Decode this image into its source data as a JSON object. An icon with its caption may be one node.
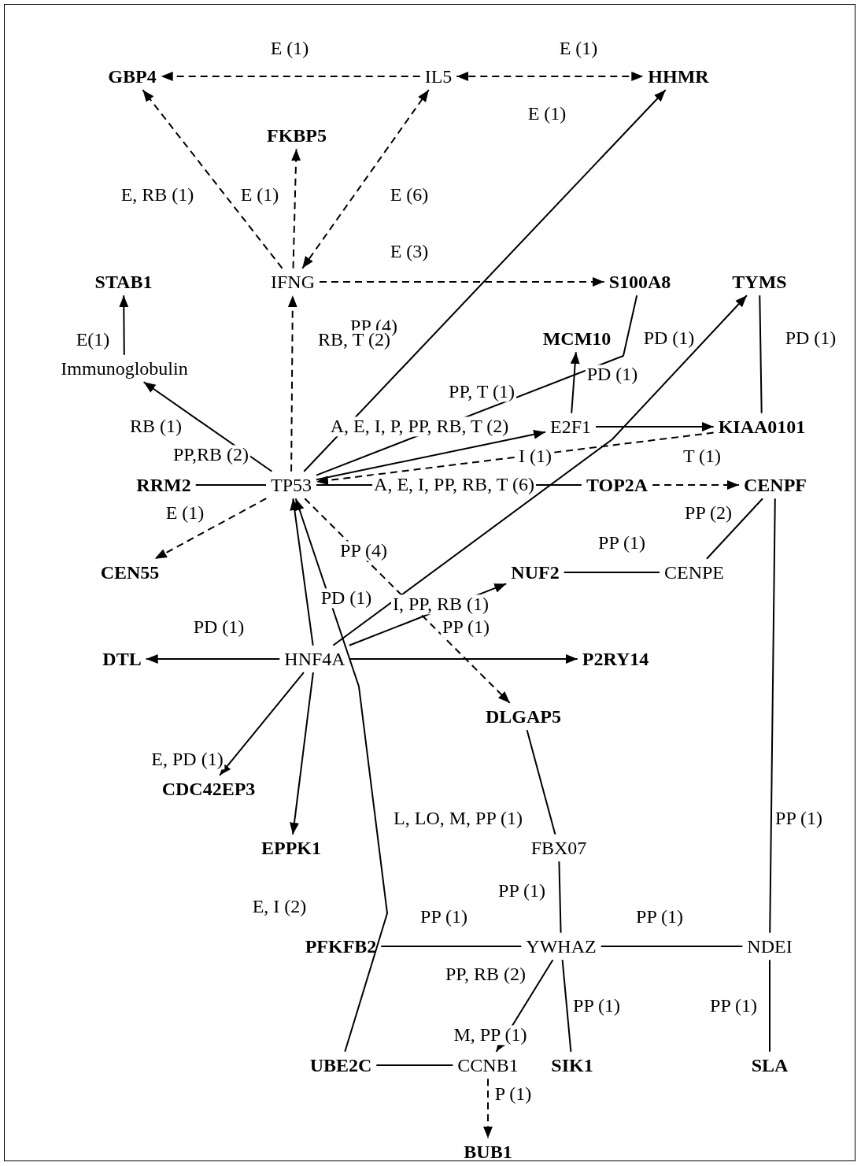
{
  "diagram": {
    "nodes": [
      {
        "text": [
          "GBP4"
        ]
      },
      {
        "text": [
          "IL5"
        ]
      },
      {
        "text": [
          "HHMR"
        ]
      },
      {
        "text": [
          "FKBP5"
        ]
      },
      {
        "text": [
          "STAB1"
        ]
      },
      {
        "text": [
          "IFNG"
        ]
      },
      {
        "text": [
          "S100A8"
        ]
      },
      {
        "text": [
          "TYMS"
        ]
      },
      {
        "text": [
          "Immunoglobulin"
        ]
      },
      {
        "text": [
          "MCM10"
        ]
      },
      {
        "text": [
          "E2F1"
        ]
      },
      {
        "text": [
          "KIAA0101"
        ]
      },
      {
        "text": [
          "RRM2"
        ]
      },
      {
        "text": [
          "TP53"
        ]
      },
      {
        "text": [
          "TOP2A"
        ]
      },
      {
        "text": [
          "CENPF"
        ]
      },
      {
        "text": [
          "CEN55"
        ]
      },
      {
        "text": [
          "NUF2"
        ]
      },
      {
        "text": [
          "CENPE"
        ]
      },
      {
        "text": [
          "DTL"
        ]
      },
      {
        "text": [
          "HNF4A"
        ]
      },
      {
        "text": [
          "P2RY14"
        ]
      },
      {
        "text": [
          "DLGAP5"
        ]
      },
      {
        "text": [
          "CDC42EP3"
        ]
      },
      {
        "text": [
          "EPPK1"
        ]
      },
      {
        "text": [
          "FBX07"
        ]
      },
      {
        "text": [
          "PFKFB2"
        ]
      },
      {
        "text": [
          "YWHAZ"
        ]
      },
      {
        "text": [
          "NDEI"
        ]
      },
      {
        "text": [
          "UBE2C"
        ]
      },
      {
        "text": [
          "CCNB1"
        ]
      },
      {
        "text": [
          "SIK1"
        ]
      },
      {
        "text": [
          "SLA"
        ]
      },
      {
        "text": [
          "BUB1"
        ]
      }
    ],
    "edges": [
      {
        "from": 1,
        "to": 0,
        "arrow": "to",
        "style": "dashed",
        "label": "E (1)"
      },
      {
        "from": 1,
        "to": 2,
        "arrow": "both",
        "style": "dashed",
        "label": "E (1)"
      },
      {
        "from": 5,
        "to": 0,
        "arrow": "to",
        "style": "dashed",
        "label": "E, RB (1)"
      },
      {
        "from": 5,
        "to": 3,
        "arrow": "to",
        "style": "dashed",
        "label": "E (1)"
      },
      {
        "from": 5,
        "to": 1,
        "arrow": "both",
        "style": "dashed",
        "label": "E (6)"
      },
      {
        "from": 5,
        "to": 6,
        "arrow": "to",
        "style": "dashed",
        "label": "E (3)"
      },
      {
        "from": 8,
        "to": 4,
        "arrow": "to",
        "label": "E(1)"
      },
      {
        "from": 13,
        "to": 5,
        "arrow": "to",
        "style": "dashed",
        "label": "RB, T (2)"
      },
      {
        "from": 13,
        "to": 2,
        "arrow": "to",
        "label": "E (1)"
      },
      {
        "from": 13,
        "to": 6,
        "arrow": "none",
        "label": "PP, T (1)"
      },
      {
        "from": 13,
        "to": 10,
        "arrow": "to",
        "label": "A, E, I, P, PP, RB, T (2)"
      },
      {
        "from": 10,
        "to": 9,
        "arrow": "to",
        "label": "PD (1)"
      },
      {
        "from": 10,
        "to": 11,
        "arrow": "to"
      },
      {
        "from": 7,
        "to": 11,
        "arrow": "none",
        "label": "PD (1)"
      },
      {
        "from": 11,
        "to": 13,
        "arrow": "to",
        "style": "dashed",
        "label": "T (1)"
      },
      {
        "from": 13,
        "to": 8,
        "arrow": "to",
        "label": "RB (1)"
      },
      {
        "from": 12,
        "to": 13,
        "arrow": "none",
        "label": "PP,RB (2)"
      },
      {
        "from": 13,
        "to": 14,
        "arrow": "none",
        "label": "A, E, I, PP, RB, T (6)"
      },
      {
        "from": 14,
        "to": 15,
        "arrow": "to",
        "style": "dashed"
      },
      {
        "from": 13,
        "to": 16,
        "arrow": "to",
        "style": "dashed",
        "label": "E (1)"
      },
      {
        "from": 13,
        "to": 22,
        "arrow": "to",
        "style": "dashed",
        "label": "PP (4)"
      },
      {
        "from": 20,
        "to": 13,
        "arrow": "to"
      },
      {
        "from": 20,
        "to": 19,
        "arrow": "to",
        "label": "PD (1)"
      },
      {
        "from": 20,
        "to": 23,
        "arrow": "to",
        "label": "E, PD (1)"
      },
      {
        "from": 20,
        "to": 24,
        "arrow": "to"
      },
      {
        "from": 29,
        "to": 13,
        "arrow": "to",
        "label": "E, I (2)"
      },
      {
        "from": 22,
        "to": 25,
        "arrow": "none",
        "label": "L, LO, M, PP (1)"
      },
      {
        "from": 25,
        "to": 27,
        "arrow": "none",
        "label": "PP (1)"
      },
      {
        "from": 26,
        "to": 27,
        "arrow": "none",
        "label": "PP (1)"
      },
      {
        "from": 27,
        "to": 28,
        "arrow": "none",
        "label": "PP (1)"
      },
      {
        "from": 15,
        "to": 28,
        "arrow": "none",
        "label": "PP (1)"
      },
      {
        "from": 27,
        "to": 30,
        "arrow": "to",
        "label": "PP, RB (2)"
      },
      {
        "from": 27,
        "to": 31,
        "arrow": "none",
        "label": "PP (1)"
      },
      {
        "from": 28,
        "to": 32,
        "arrow": "none",
        "label": "PP (1)"
      },
      {
        "from": 29,
        "to": 30,
        "arrow": "none",
        "label": "M, PP (1)"
      },
      {
        "from": 30,
        "to": 33,
        "arrow": "to",
        "style": "dashed",
        "label": "P (1)"
      },
      {
        "from": 17,
        "to": 18,
        "arrow": "none",
        "label": "PP (1)"
      },
      {
        "from": 18,
        "to": 15,
        "arrow": "none",
        "label": "PP (2)"
      },
      {
        "from": 20,
        "to": 7,
        "arrow": "to",
        "label": "PD (1)"
      },
      {
        "from": 20,
        "to": 17,
        "arrow": "to",
        "label": "I, PP, RB (1)"
      },
      {
        "from": 20,
        "to": 21,
        "arrow": "to",
        "label": "PP (1)"
      }
    ],
    "labels": [
      "PP (4)",
      "PD (1)",
      "I (1)"
    ]
  }
}
